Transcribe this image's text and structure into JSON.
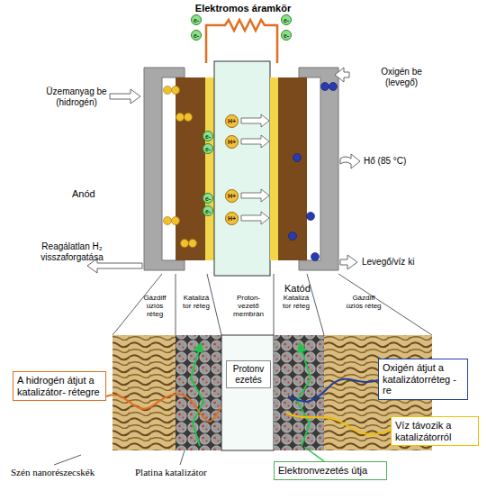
{
  "diagram": {
    "title": "Elektromos áramkör",
    "nodes": [
      {
        "text": [
          "Oxigén átjut a katalizátorréteg -re"
        ]
      },
      {
        "text": [
          "A hidrogén átjut a katalizátor- rétegre"
        ]
      },
      {
        "text": [
          "Protonv ezetés"
        ]
      },
      {
        "text": [
          "Víz távozik a katalizátorról"
        ]
      },
      {
        "text": [
          "Elektronvezetés útja"
        ]
      }
    ],
    "labels": [
      "Üzemanyag be (hidrogén)",
      "Anód",
      "Reagálatlan H₂ visszaforgatása",
      "Oxigén be (levegő)",
      "Hő (85 °C)",
      "Levegő/víz ki",
      "Katód",
      "Gázdiff úziós réteg",
      "Katalizá tor réteg",
      "Proton-vezető membrán",
      "Katalizá tor réteg",
      "Gázdiff úziós réteg",
      "Szén nanorészecskék",
      "Platina katalizátor",
      "e-",
      "e-",
      "e-",
      "e-",
      "e-",
      "e-",
      "e-",
      "e-",
      "H+",
      "H+",
      "H+",
      "H+"
    ]
  }
}
